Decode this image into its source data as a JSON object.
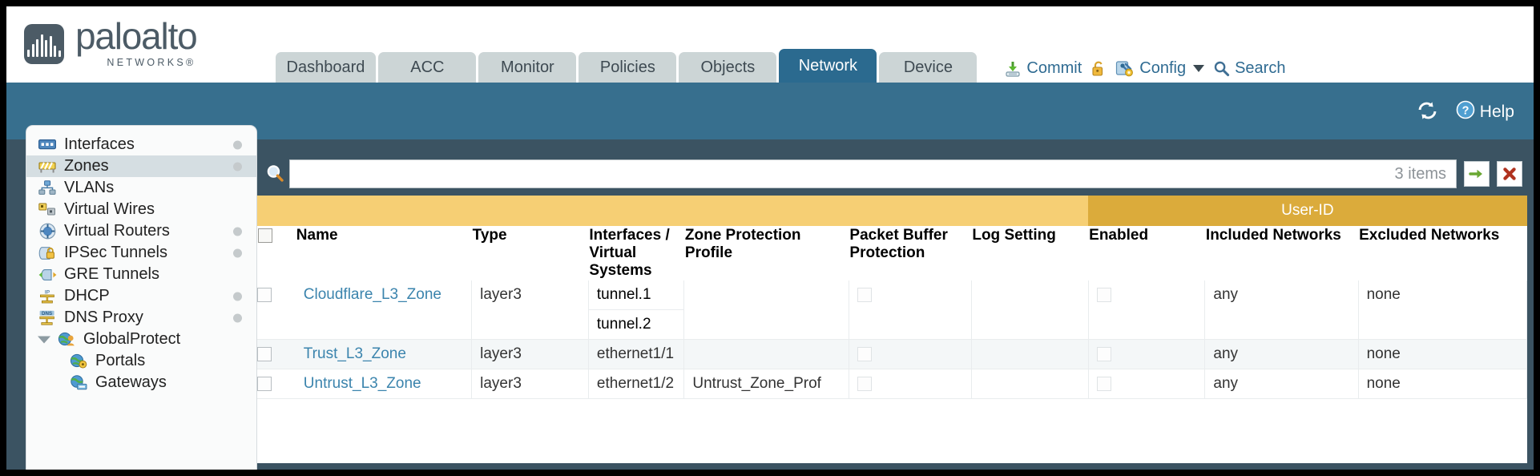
{
  "brand": {
    "name": "paloalto",
    "tagline": "NETWORKS",
    "registered": "®"
  },
  "tabs": [
    {
      "label": "Dashboard",
      "active": false
    },
    {
      "label": "ACC",
      "active": false
    },
    {
      "label": "Monitor",
      "active": false
    },
    {
      "label": "Policies",
      "active": false
    },
    {
      "label": "Objects",
      "active": false
    },
    {
      "label": "Network",
      "active": true
    },
    {
      "label": "Device",
      "active": false
    }
  ],
  "top_actions": {
    "commit": "Commit",
    "config": "Config",
    "search": "Search"
  },
  "band": {
    "help": "Help"
  },
  "sidebar": {
    "items": [
      {
        "label": "Interfaces",
        "icon": "interfaces-icon",
        "dot": true,
        "selected": false,
        "child": false
      },
      {
        "label": "Zones",
        "icon": "zones-icon",
        "dot": true,
        "selected": true,
        "child": false
      },
      {
        "label": "VLANs",
        "icon": "vlans-icon",
        "dot": false,
        "selected": false,
        "child": false
      },
      {
        "label": "Virtual Wires",
        "icon": "virtual-wires-icon",
        "dot": false,
        "selected": false,
        "child": false
      },
      {
        "label": "Virtual Routers",
        "icon": "virtual-routers-icon",
        "dot": true,
        "selected": false,
        "child": false
      },
      {
        "label": "IPSec Tunnels",
        "icon": "ipsec-tunnels-icon",
        "dot": true,
        "selected": false,
        "child": false
      },
      {
        "label": "GRE Tunnels",
        "icon": "gre-tunnels-icon",
        "dot": false,
        "selected": false,
        "child": false
      },
      {
        "label": "DHCP",
        "icon": "dhcp-icon",
        "dot": true,
        "selected": false,
        "child": false
      },
      {
        "label": "DNS Proxy",
        "icon": "dns-proxy-icon",
        "dot": true,
        "selected": false,
        "child": false
      },
      {
        "label": "GlobalProtect",
        "icon": "globalprotect-icon",
        "dot": false,
        "selected": false,
        "child": false,
        "twisty": true
      },
      {
        "label": "Portals",
        "icon": "portals-icon",
        "dot": false,
        "selected": false,
        "child": true
      },
      {
        "label": "Gateways",
        "icon": "gateways-icon",
        "dot": false,
        "selected": false,
        "child": true
      }
    ]
  },
  "search": {
    "value": "",
    "placeholder": "",
    "item_count": "3 items",
    "apply_icon": "arrow-right-icon",
    "clear_icon": "close-icon"
  },
  "table": {
    "group_header": "User-ID",
    "columns": [
      "Name",
      "Type",
      "Interfaces / Virtual Systems",
      "Zone Protection Profile",
      "Packet Buffer Protection",
      "Log Setting",
      "Enabled",
      "Included Networks",
      "Excluded Networks"
    ],
    "rows": [
      {
        "selected": false,
        "name": "Cloudflare_L3_Zone",
        "type": "layer3",
        "interfaces": [
          "tunnel.1",
          "tunnel.2"
        ],
        "zone_protection_profile": "",
        "packet_buffer_protection": false,
        "log_setting": "",
        "userid_enabled": false,
        "included_networks": "any",
        "excluded_networks": "none"
      },
      {
        "selected": false,
        "name": "Trust_L3_Zone",
        "type": "layer3",
        "interfaces": [
          "ethernet1/1"
        ],
        "zone_protection_profile": "",
        "packet_buffer_protection": false,
        "log_setting": "",
        "userid_enabled": false,
        "included_networks": "any",
        "excluded_networks": "none"
      },
      {
        "selected": false,
        "name": "Untrust_L3_Zone",
        "type": "layer3",
        "interfaces": [
          "ethernet1/2"
        ],
        "zone_protection_profile": "Untrust_Zone_Prof",
        "packet_buffer_protection": false,
        "log_setting": "",
        "userid_enabled": false,
        "included_networks": "any",
        "excluded_networks": "none"
      }
    ]
  },
  "colors": {
    "brand_slate": "#4c5b66",
    "tab_active": "#2b6a8f",
    "tab_inactive": "#ccd5d6",
    "band_blue": "#376f8e",
    "page_blue": "#3b5362",
    "header_yellow": "#f6cf74",
    "group_yellow": "#dbab3b",
    "link_blue": "#3b84ad"
  }
}
